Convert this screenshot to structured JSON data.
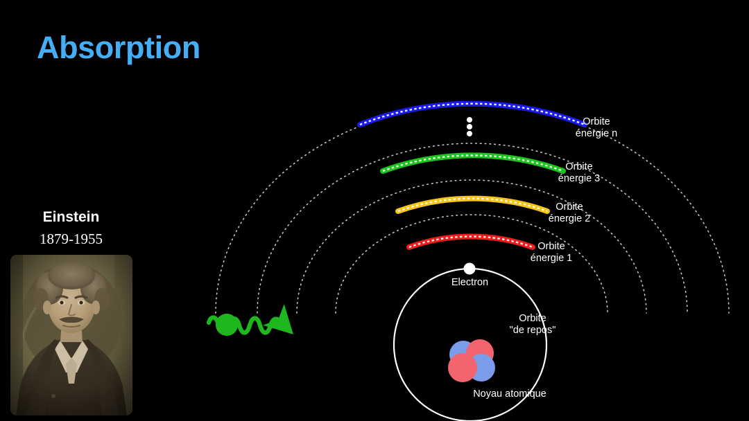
{
  "slide": {
    "title": "Absorption",
    "background_color": "#000000",
    "title_color": "#45aef5"
  },
  "portrait": {
    "name": "Einstein",
    "dates": "1879-1955",
    "alt": "einstein-portrait-photo"
  },
  "diagram": {
    "labels": {
      "orbit_n": "Orbite\nénergie n",
      "orbit_3": "Orbite\nénergie 3",
      "orbit_2": "Orbite\nénergie 2",
      "orbit_1": "Orbite\nénergie 1",
      "electron": "Electron",
      "rest_orbit": "Orbite\n\"de repos\"",
      "nucleus": "Noyau atomique",
      "ellipsis": "⋮"
    },
    "orbit_colors": {
      "energy_n": "#1a1aee",
      "energy_3": "#1ec41e",
      "energy_2": "#f5c518",
      "energy_1": "#ee1c1c",
      "rest": "#ffffff",
      "trajectory": "#d8d8d8"
    },
    "nucleus_colors": {
      "proton": "#f4646e",
      "neutron": "#7b9ce8"
    },
    "photon": {
      "color": "#1eb81e",
      "direction": "right",
      "shape": "sine-wave-with-arrow"
    },
    "electron_color": "#ffffff"
  }
}
